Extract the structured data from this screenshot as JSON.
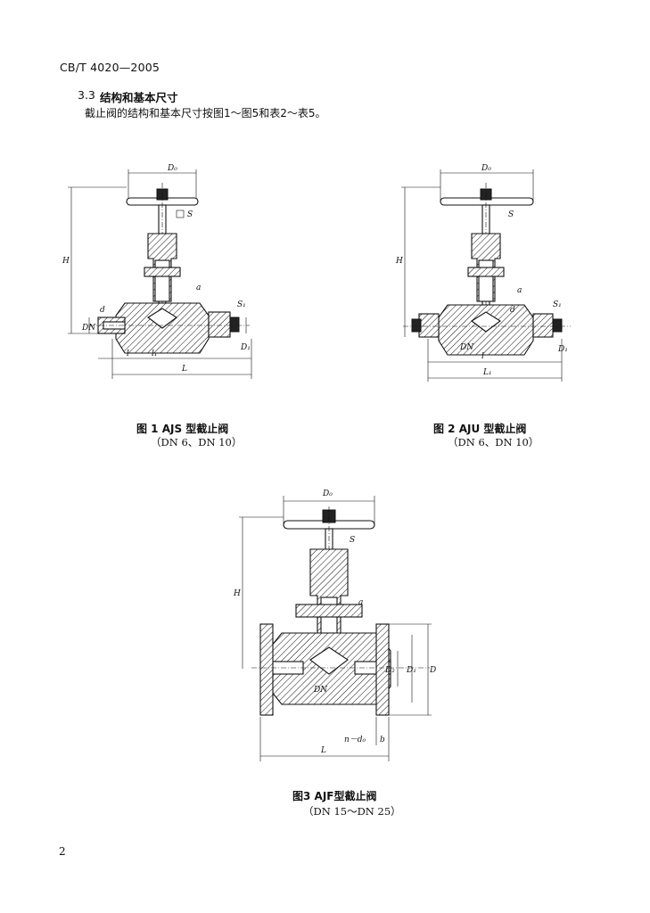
{
  "header": {
    "standard_code": "CB/T 4020—2005"
  },
  "section": {
    "number": "3.3",
    "title": "结构和基本尺寸",
    "body": "截止阀的结构和基本尺寸按图1～图5和表2～表5。"
  },
  "figures": [
    {
      "caption": "图 1   AJS 型截止阀",
      "subcaption": "（DN 6、DN 10）",
      "labels": {
        "d0": "D₀",
        "s": "S",
        "h": "H",
        "l": "L",
        "l1": "l",
        "l1b": "l₁",
        "s1": "S₁",
        "d1": "D₁",
        "dn": "DN",
        "d": "d",
        "a": "a"
      }
    },
    {
      "caption": "图 2   AJU 型截止阀",
      "subcaption": "（DN 6、DN 10）",
      "labels": {
        "d0": "D₀",
        "s": "S",
        "h": "H",
        "l": "L₁",
        "l1": "l",
        "s1": "S₁",
        "d1": "D₁",
        "dn": "DN",
        "d": "d",
        "a": "a"
      }
    },
    {
      "caption": "图3   AJF型截止阀",
      "subcaption": "（DN 15～DN 25）",
      "labels": {
        "d0": "D₀",
        "s": "S",
        "h": "H",
        "l": "L",
        "d": "D",
        "d1": "D₁",
        "d2": "D₂",
        "dn": "DN",
        "nd": "n－d₀",
        "b": "b",
        "a": "a"
      }
    }
  ],
  "page_number": "2"
}
